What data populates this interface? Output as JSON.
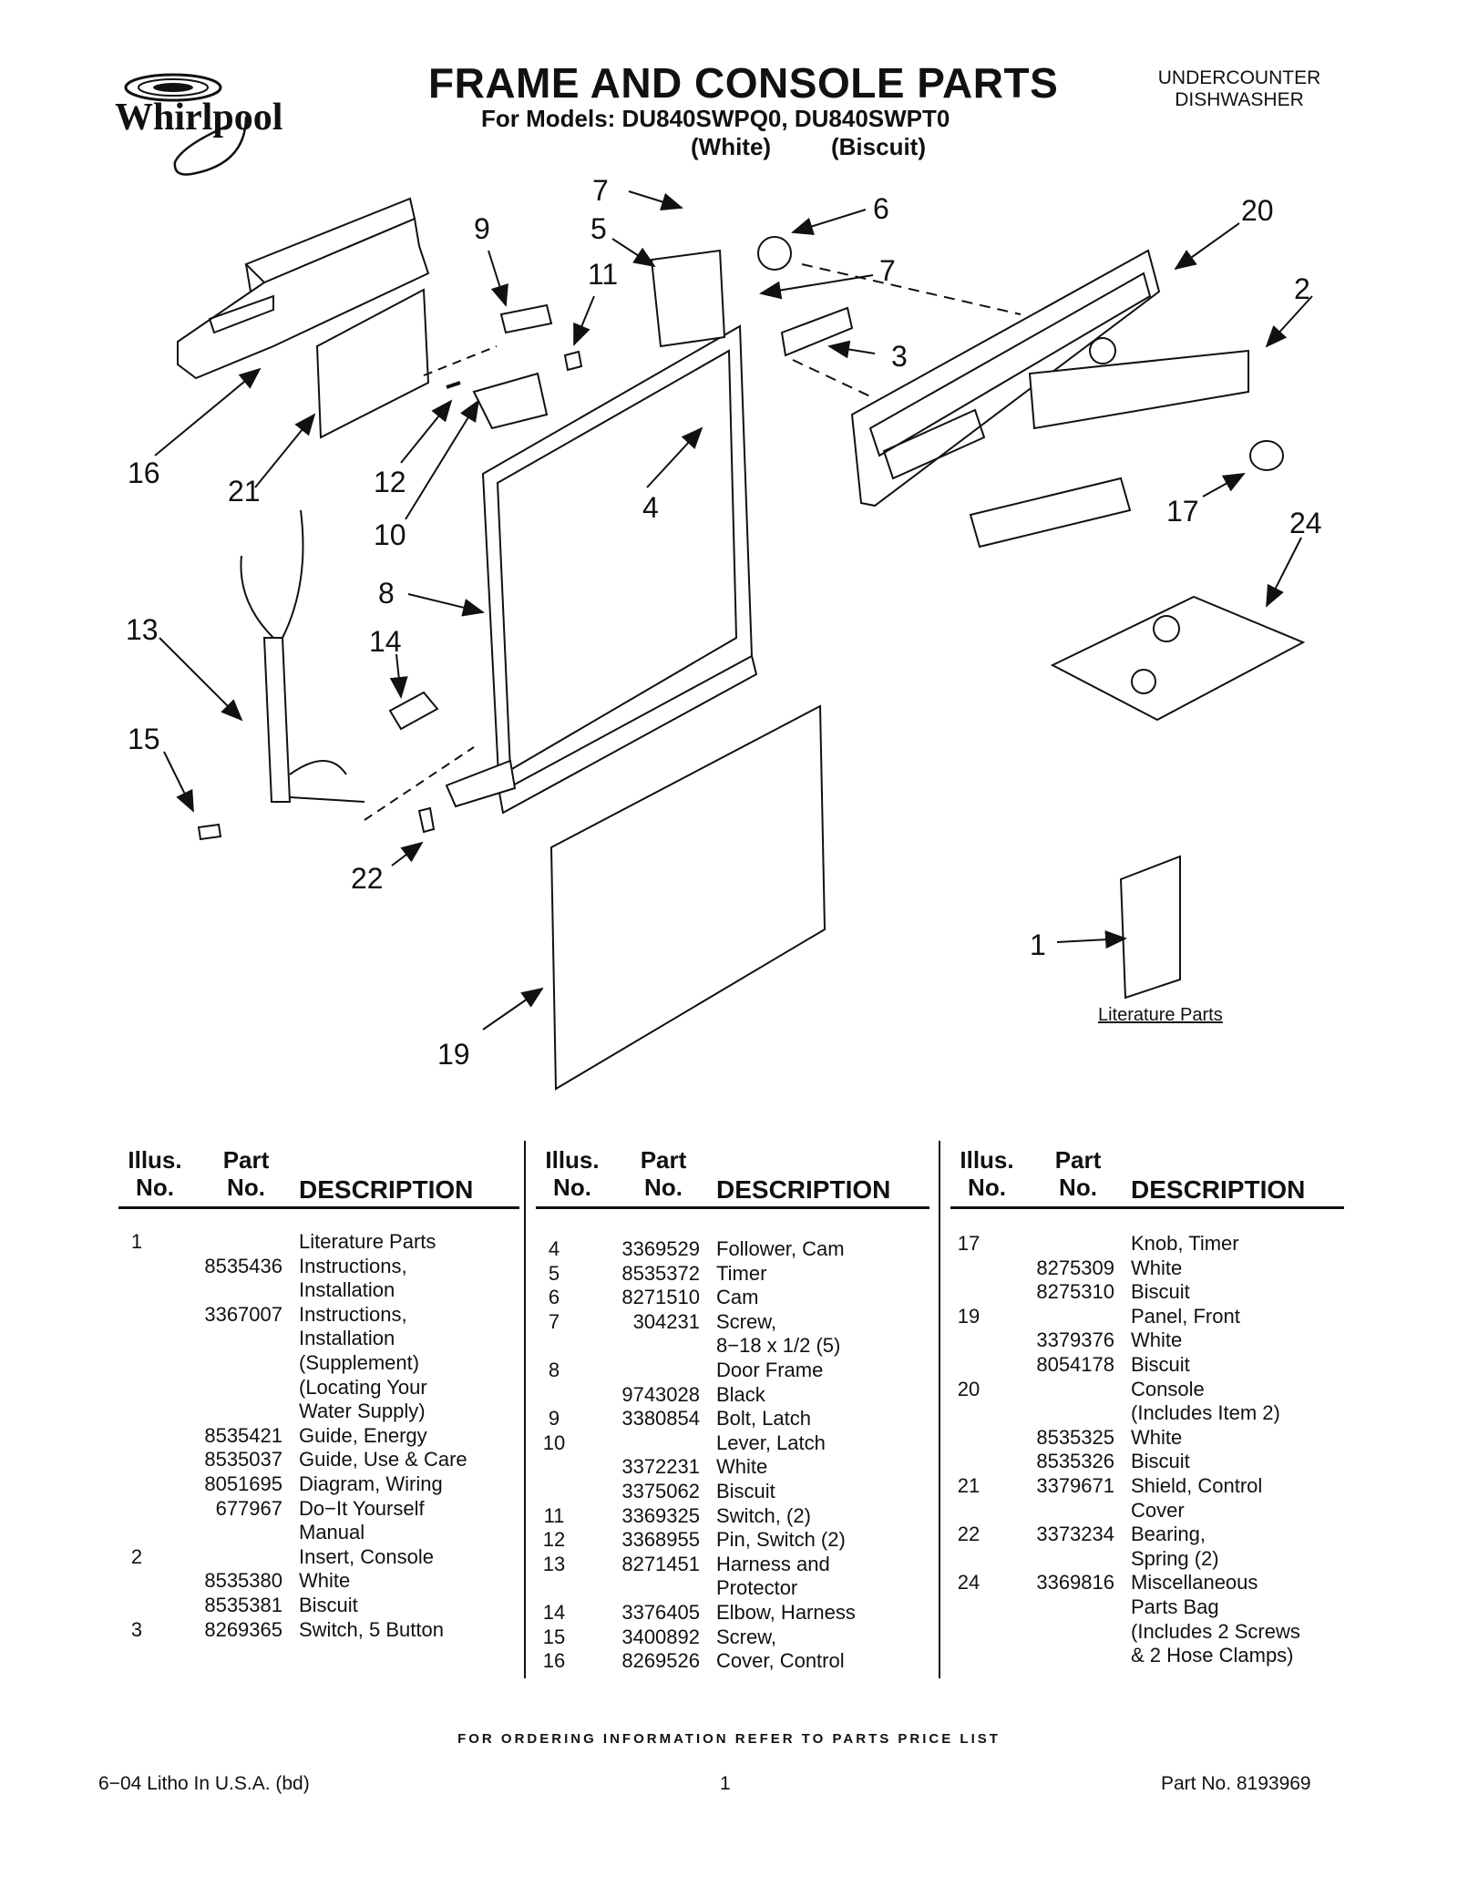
{
  "header": {
    "brand": "Whirlpool",
    "title": "FRAME AND CONSOLE PARTS",
    "subtitle": "For Models: DU840SWPQ0, DU840SWPT0",
    "variant_white": "(White)",
    "variant_biscuit": "(Biscuit)",
    "product_type_line1": "UNDERCOUNTER",
    "product_type_line2": "DISHWASHER"
  },
  "diagram": {
    "callouts": [
      "7",
      "6",
      "20",
      "9",
      "5",
      "11",
      "7",
      "2",
      "3",
      "16",
      "21",
      "12",
      "4",
      "17",
      "24",
      "10",
      "8",
      "13",
      "14",
      "15",
      "22",
      "1",
      "19"
    ],
    "literature_label": "Literature Parts"
  },
  "table": {
    "header": {
      "illus_line1": "Illus.",
      "illus_line2": "No.",
      "part_line1": "Part",
      "part_line2": "No.",
      "description": "DESCRIPTION"
    },
    "columns": [
      [
        {
          "i": "1",
          "p": "",
          "d": "Literature Parts"
        },
        {
          "i": "",
          "p": "8535436",
          "d": "Instructions,"
        },
        {
          "i": "",
          "p": "",
          "d": "Installation"
        },
        {
          "i": "",
          "p": "3367007",
          "d": "Instructions,"
        },
        {
          "i": "",
          "p": "",
          "d": "Installation"
        },
        {
          "i": "",
          "p": "",
          "d": "(Supplement)"
        },
        {
          "i": "",
          "p": "",
          "d": "(Locating Your"
        },
        {
          "i": "",
          "p": "",
          "d": " Water Supply)"
        },
        {
          "i": "",
          "p": "8535421",
          "d": "Guide, Energy"
        },
        {
          "i": "",
          "p": "8535037",
          "d": "Guide, Use & Care"
        },
        {
          "i": "",
          "p": "8051695",
          "d": "Diagram, Wiring"
        },
        {
          "i": "",
          "p": "677967",
          "d": "Do−It Yourself"
        },
        {
          "i": "",
          "p": "",
          "d": "Manual"
        },
        {
          "i": "2",
          "p": "",
          "d": "Insert, Console"
        },
        {
          "i": "",
          "p": "8535380",
          "d": "White"
        },
        {
          "i": "",
          "p": "8535381",
          "d": "Biscuit"
        },
        {
          "i": "3",
          "p": "8269365",
          "d": "Switch, 5 Button"
        }
      ],
      [
        {
          "i": "4",
          "p": "3369529",
          "d": "Follower, Cam"
        },
        {
          "i": "5",
          "p": "8535372",
          "d": "Timer"
        },
        {
          "i": "6",
          "p": "8271510",
          "d": "Cam"
        },
        {
          "i": "7",
          "p": "304231",
          "d": "Screw,"
        },
        {
          "i": "",
          "p": "",
          "d": "8−18 x 1/2 (5)"
        },
        {
          "i": "8",
          "p": "",
          "d": "Door Frame"
        },
        {
          "i": "",
          "p": "9743028",
          "d": "Black"
        },
        {
          "i": "9",
          "p": "3380854",
          "d": "Bolt, Latch"
        },
        {
          "i": "10",
          "p": "",
          "d": "Lever, Latch"
        },
        {
          "i": "",
          "p": "3372231",
          "d": "White"
        },
        {
          "i": "",
          "p": "3375062",
          "d": "Biscuit"
        },
        {
          "i": "11",
          "p": "3369325",
          "d": "Switch, (2)"
        },
        {
          "i": "12",
          "p": "3368955",
          "d": "Pin, Switch (2)"
        },
        {
          "i": "13",
          "p": "8271451",
          "d": "Harness and"
        },
        {
          "i": "",
          "p": "",
          "d": "Protector"
        },
        {
          "i": "14",
          "p": "3376405",
          "d": "Elbow, Harness"
        },
        {
          "i": "15",
          "p": "3400892",
          "d": "Screw,"
        },
        {
          "i": "16",
          "p": "8269526",
          "d": "Cover, Control"
        }
      ],
      [
        {
          "i": "17",
          "p": "",
          "d": "Knob, Timer"
        },
        {
          "i": "",
          "p": "8275309",
          "d": "White"
        },
        {
          "i": "",
          "p": "8275310",
          "d": "Biscuit"
        },
        {
          "i": "19",
          "p": "",
          "d": "Panel, Front"
        },
        {
          "i": "",
          "p": "3379376",
          "d": "White"
        },
        {
          "i": "",
          "p": "8054178",
          "d": "Biscuit"
        },
        {
          "i": "20",
          "p": "",
          "d": "Console"
        },
        {
          "i": "",
          "p": "",
          "d": "(Includes Item 2)"
        },
        {
          "i": "",
          "p": "8535325",
          "d": "White"
        },
        {
          "i": "",
          "p": "8535326",
          "d": "Biscuit"
        },
        {
          "i": "21",
          "p": "3379671",
          "d": "Shield, Control"
        },
        {
          "i": "",
          "p": "",
          "d": "Cover"
        },
        {
          "i": "22",
          "p": "3373234",
          "d": "Bearing,"
        },
        {
          "i": "",
          "p": "",
          "d": "Spring (2)"
        },
        {
          "i": "24",
          "p": "3369816",
          "d": "Miscellaneous"
        },
        {
          "i": "",
          "p": "",
          "d": " Parts Bag"
        },
        {
          "i": "",
          "p": "",
          "d": "(Includes 2 Screws"
        },
        {
          "i": "",
          "p": "",
          "d": "& 2 Hose Clamps)"
        }
      ]
    ]
  },
  "footer": {
    "ordering_note": "FOR ORDERING INFORMATION REFER TO PARTS PRICE LIST",
    "litho": "6−04 Litho In U.S.A. (bd)",
    "page": "1",
    "part_no": "Part No. 8193969"
  }
}
